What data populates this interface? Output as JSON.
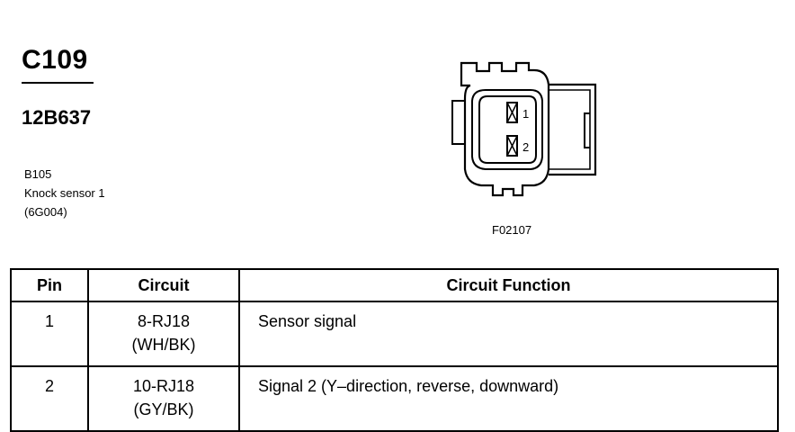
{
  "connector": {
    "id": "C109",
    "part_number": "12B637",
    "component_code": "B105",
    "component_name": "Knock sensor 1",
    "component_ref": "(6G004)"
  },
  "figure": {
    "pin_labels": [
      "1",
      "2"
    ],
    "figure_id": "F02107"
  },
  "table": {
    "headers": [
      "Pin",
      "Circuit",
      "Circuit Function"
    ],
    "rows": [
      {
        "pin": "1",
        "circuit": "8-RJ18",
        "color": "(WH/BK)",
        "function": "Sensor signal"
      },
      {
        "pin": "2",
        "circuit": "10-RJ18",
        "color": "(GY/BK)",
        "function": "Signal 2 (Y–direction, reverse, downward)"
      }
    ]
  }
}
